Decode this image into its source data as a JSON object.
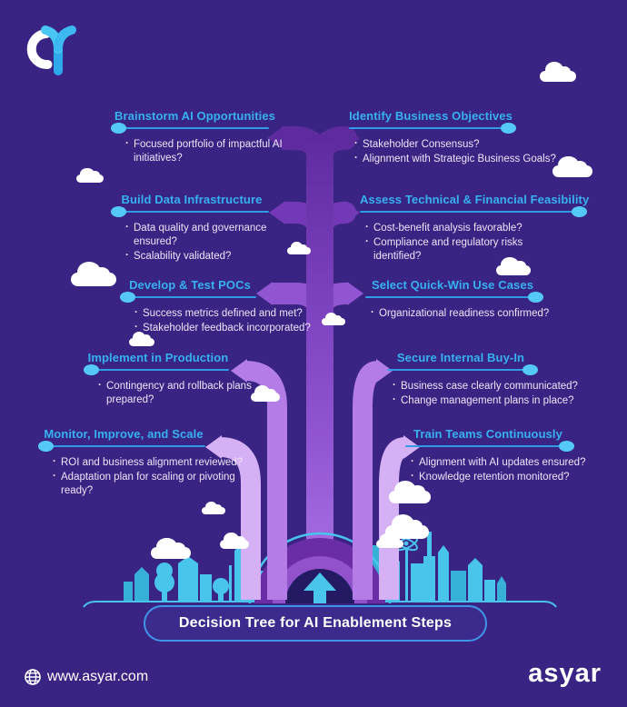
{
  "banner": {
    "title": "Decision Tree for AI Enablement Steps"
  },
  "footer": {
    "website": "www.asyar.com",
    "wordmark": "asyar"
  },
  "columns": {
    "left": [
      {
        "title": "Brainstorm AI Opportunities",
        "bullets": [
          "Focused portfolio of impactful AI initiatives?"
        ]
      },
      {
        "title": "Build Data Infrastructure",
        "bullets": [
          "Data quality and governance ensured?",
          "Scalability validated?"
        ]
      },
      {
        "title": "Develop & Test POCs",
        "bullets": [
          "Success metrics defined and met?",
          "Stakeholder feedback incorporated?"
        ]
      },
      {
        "title": "Implement in Production",
        "bullets": [
          "Contingency and rollback plans prepared?"
        ]
      },
      {
        "title": "Monitor, Improve, and Scale",
        "bullets": [
          "ROI and business alignment reviewed?",
          "Adaptation plan for scaling or pivoting ready?"
        ]
      }
    ],
    "right": [
      {
        "title": "Identify Business Objectives",
        "bullets": [
          "Stakeholder Consensus?",
          "Alignment with Strategic Business Goals?"
        ]
      },
      {
        "title": "Assess Technical & Financial Feasibility",
        "bullets": [
          "Cost-benefit analysis favorable?",
          "Compliance and regulatory risks identified?"
        ]
      },
      {
        "title": "Select Quick-Win Use Cases",
        "bullets": [
          "Organizational readiness confirmed?"
        ]
      },
      {
        "title": "Secure Internal Buy-In",
        "bullets": [
          "Business case clearly communicated?",
          "Change management plans in place?"
        ]
      },
      {
        "title": "Train Teams Continuously",
        "bullets": [
          "Alignment with AI updates ensured?",
          "Knowledge retention monitored?"
        ]
      }
    ]
  },
  "icons": {
    "logo_mark": "asyar-logo-mark",
    "globe": "globe-icon",
    "cloud": "cloud-icon",
    "diamond": "diamond-endpoint-icon",
    "up_arrow": "up-arrow-icon",
    "atom": "atom-icon"
  },
  "colors": {
    "background": "#392383",
    "heading_cyan": "#35b2f0",
    "rule_blue": "#2f9be4",
    "diamond_cyan": "#55c9f5",
    "body_text": "#ece5f8",
    "branch_levels": [
      "#5e2b9e",
      "#7238b6",
      "#9155d2",
      "#b37ce7",
      "#d6b0f5"
    ],
    "skyline_cyan": "#49c4ea",
    "skyline_cyan_dark": "#37b0d8",
    "arch_ring_outer": "#6b2da6",
    "arch_ring_inner": "#9252cc",
    "arch_center": "#231a63",
    "banner_border": "#3f96e8",
    "banner_fill": "#3c2b8d",
    "white": "#ffffff"
  }
}
